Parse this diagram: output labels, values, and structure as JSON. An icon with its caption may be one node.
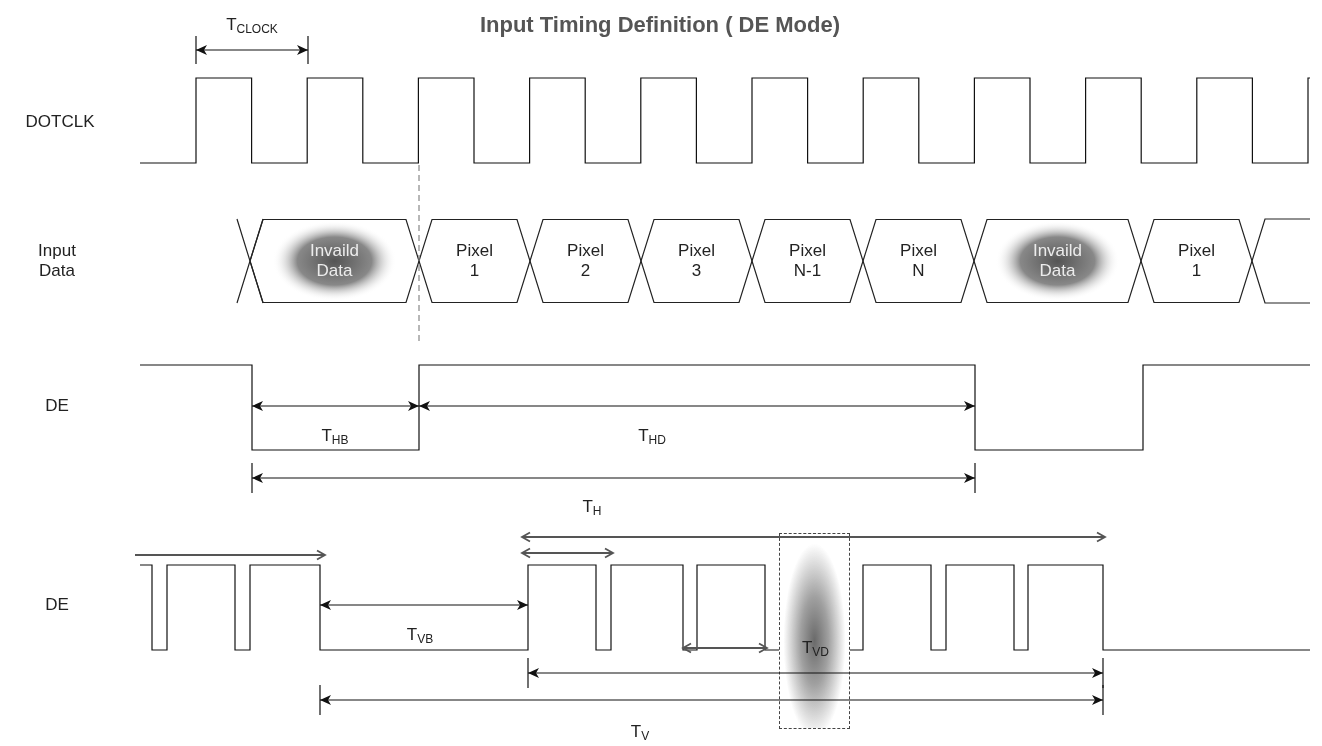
{
  "diagram": {
    "title": "Input Timing Definition ( DE Mode)",
    "nodes": [
      {
        "text": [
          "Invaild Data"
        ]
      },
      {
        "text": [
          "Pixel 1"
        ]
      },
      {
        "text": [
          "Pixel 2"
        ]
      },
      {
        "text": [
          "Pixel 3"
        ]
      },
      {
        "text": [
          "Pixel N-1"
        ]
      },
      {
        "text": [
          "Pixel N"
        ]
      },
      {
        "text": [
          "Invaild Data"
        ]
      },
      {
        "text": [
          "Pixel 1"
        ]
      },
      {
        "text": [
          "T$_{VD}$"
        ]
      }
    ],
    "labels": [
      "T$_{CLOCK}$",
      "DOTCLK",
      "Input Data",
      "DE",
      "T$_{HB}$",
      "T$_{HD}$",
      "T$_{H}$",
      "DE",
      "T$_{VB}$",
      "T$_{V}$"
    ]
  }
}
